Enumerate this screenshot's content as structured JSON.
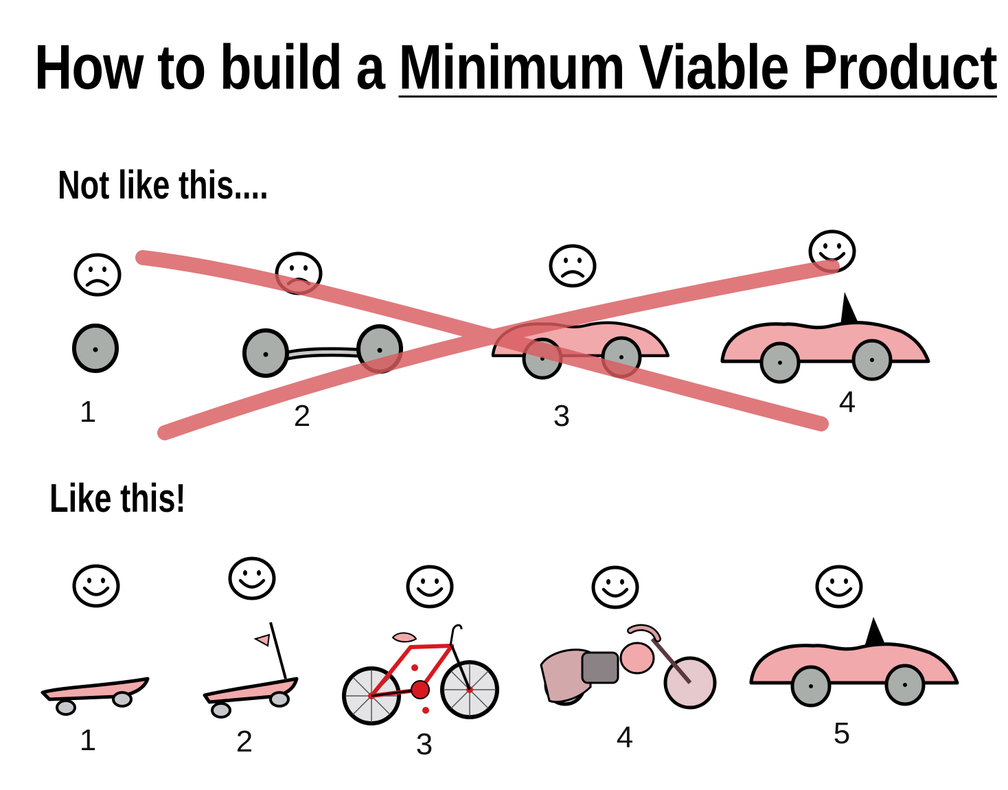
{
  "title": {
    "prefix": "How to build a ",
    "emphasis": "Minimum Viable Product"
  },
  "sections": [
    {
      "label": "Not like this....",
      "crossed_out": true,
      "steps": [
        {
          "number": "1",
          "object": "wheel",
          "mood": "sad-face-icon"
        },
        {
          "number": "2",
          "object": "axle with two wheels",
          "mood": "sad-face-icon"
        },
        {
          "number": "3",
          "object": "car body without roof",
          "mood": "sad-face-icon"
        },
        {
          "number": "4",
          "object": "convertible car",
          "mood": "happy-face-icon"
        }
      ]
    },
    {
      "label": "Like this!",
      "crossed_out": false,
      "steps": [
        {
          "number": "1",
          "object": "skateboard",
          "mood": "happy-face-icon"
        },
        {
          "number": "2",
          "object": "scooter",
          "mood": "happy-face-icon"
        },
        {
          "number": "3",
          "object": "bicycle",
          "mood": "happy-face-icon"
        },
        {
          "number": "4",
          "object": "motorcycle",
          "mood": "happy-face-icon"
        },
        {
          "number": "5",
          "object": "convertible car",
          "mood": "happy-face-icon"
        }
      ]
    }
  ],
  "colors": {
    "cross": "#d95c60",
    "vehicle_pink": "#f2a9ab",
    "wheel_gray": "#a9aeaa",
    "bike_red": "#d71920",
    "ink": "#000000"
  }
}
